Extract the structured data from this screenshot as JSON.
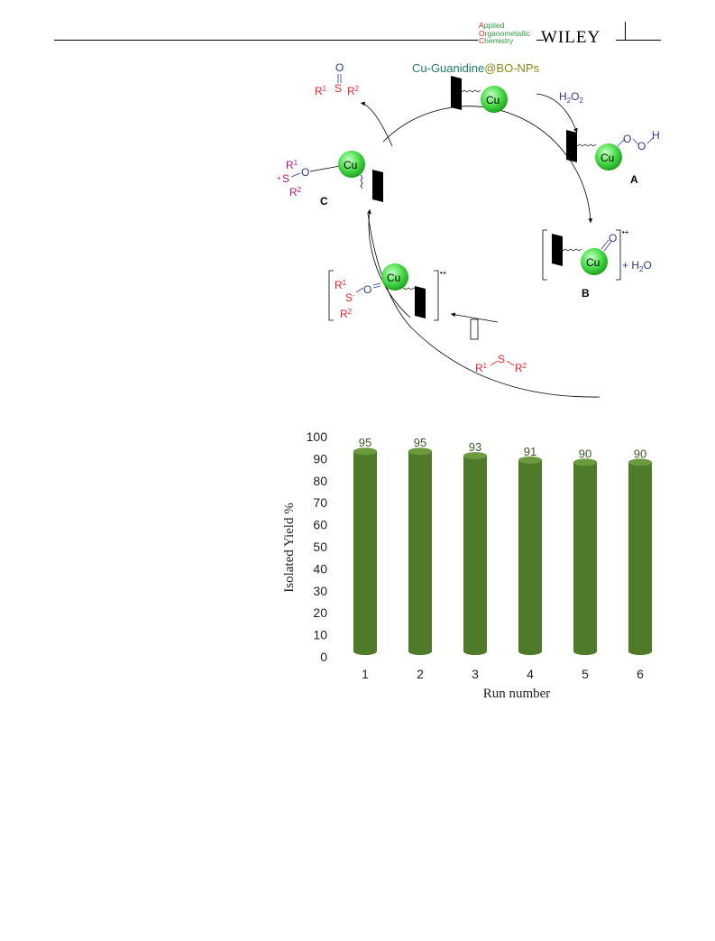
{
  "header": {
    "journal_lines": [
      "Applied",
      "Organometallic",
      "Chemistry"
    ],
    "journal_caps": [
      "A",
      "O",
      "C"
    ],
    "journal_rest": [
      "pplied",
      "rganometallic",
      "hemistry"
    ],
    "publisher": "WILEY"
  },
  "scheme": {
    "catalyst_name_a": "Cu-Guanidine",
    "catalyst_name_b": "@BO-NPs",
    "metal": "Cu",
    "h2o2": "H2O2",
    "label_A": "A",
    "label_B": "B",
    "label_C": "C",
    "water": "+ H2O",
    "radical_charge": "•+",
    "substrate": "R1-S-R2",
    "product": "R1-S(=O)-R2",
    "colors": {
      "blue": "#2b3a8f",
      "red": "#e0242a",
      "magenta": "#b0197a",
      "teal": "#1f7a6a",
      "olive": "#8a8a1a",
      "sphere": "#4fe04f"
    }
  },
  "chart_data": {
    "type": "bar",
    "categories": [
      "1",
      "2",
      "3",
      "4",
      "5",
      "6"
    ],
    "values": [
      95,
      95,
      93,
      91,
      90,
      90
    ],
    "title": "",
    "xlabel": "Run number",
    "ylabel": "Isolated Yield %",
    "ylim": [
      0,
      100
    ],
    "yticks": [
      "0",
      "10",
      "20",
      "30",
      "40",
      "50",
      "60",
      "70",
      "80",
      "90",
      "100"
    ],
    "bar_color": "#4e7a2a",
    "grid": false
  }
}
